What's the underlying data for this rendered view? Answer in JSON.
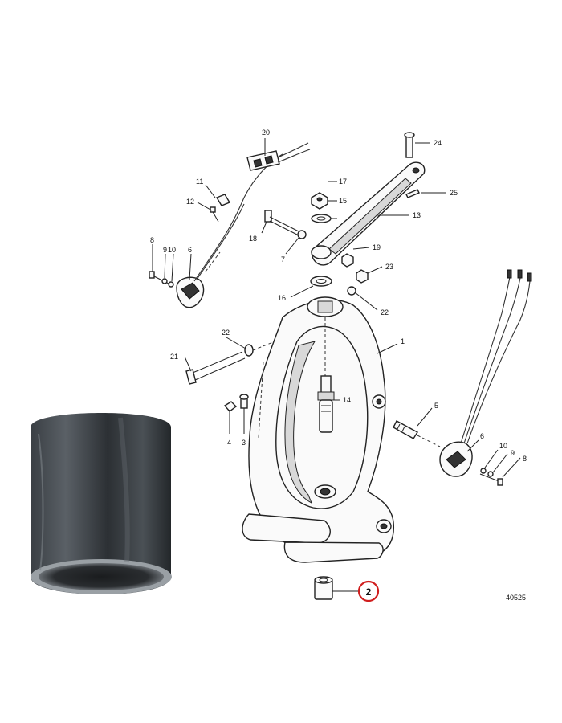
{
  "callouts": [
    {
      "key": "c1",
      "text": "1"
    },
    {
      "key": "c2",
      "text": "2"
    },
    {
      "key": "c3",
      "text": "3"
    },
    {
      "key": "c4",
      "text": "4"
    },
    {
      "key": "c5",
      "text": "5"
    },
    {
      "key": "c6a",
      "text": "6"
    },
    {
      "key": "c6b",
      "text": "6"
    },
    {
      "key": "c7",
      "text": "7"
    },
    {
      "key": "c8a",
      "text": "8"
    },
    {
      "key": "c8b",
      "text": "8"
    },
    {
      "key": "c9a",
      "text": "9"
    },
    {
      "key": "c9b",
      "text": "9"
    },
    {
      "key": "c10a",
      "text": "10"
    },
    {
      "key": "c10b",
      "text": "10"
    },
    {
      "key": "c11",
      "text": "11"
    },
    {
      "key": "c12",
      "text": "12"
    },
    {
      "key": "c13",
      "text": "13"
    },
    {
      "key": "c14",
      "text": "14"
    },
    {
      "key": "c15",
      "text": "15"
    },
    {
      "key": "c16",
      "text": "16"
    },
    {
      "key": "c17",
      "text": "17"
    },
    {
      "key": "c18",
      "text": "18"
    },
    {
      "key": "c19",
      "text": "19"
    },
    {
      "key": "c20",
      "text": "20"
    },
    {
      "key": "c21",
      "text": "21"
    },
    {
      "key": "c22a",
      "text": "22"
    },
    {
      "key": "c22b",
      "text": "22"
    },
    {
      "key": "c23",
      "text": "23"
    },
    {
      "key": "c24",
      "text": "24"
    },
    {
      "key": "c25",
      "text": "25"
    }
  ],
  "highlight": {
    "text": "2",
    "color": "#d01e1e"
  },
  "figure_number": "40525",
  "colors": {
    "line": "#222222",
    "highlight_ring": "#d01e1e",
    "bushing_dark": "#2f3438"
  }
}
